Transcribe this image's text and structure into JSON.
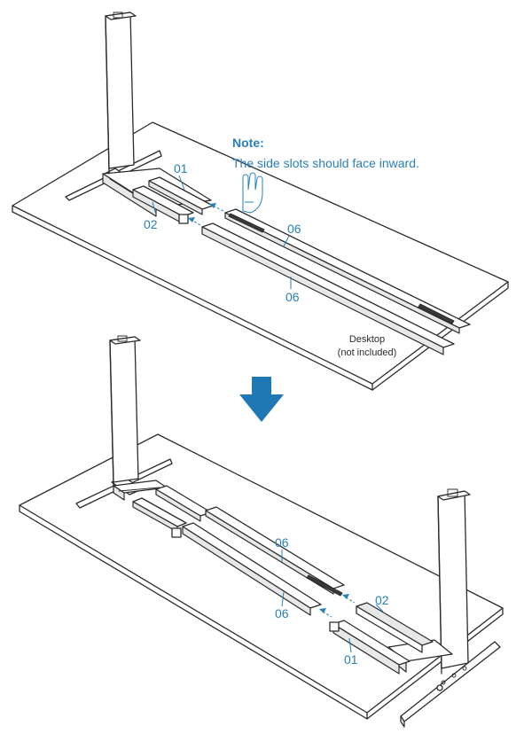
{
  "note": {
    "title": "Note:",
    "text": "The side slots should face inward."
  },
  "step1": {
    "labels": {
      "part_01": "01",
      "part_02": "02",
      "part_06_a": "06",
      "part_06_b": "06"
    },
    "desktop_label": "Desktop",
    "desktop_sub": "(not included)"
  },
  "step2": {
    "labels": {
      "part_06_a": "06",
      "part_06_b": "06",
      "part_02": "02",
      "part_01": "01"
    }
  },
  "colors": {
    "accent": "#2a7fb6",
    "line": "#2b2b2b",
    "down_arrow": "#1f78b4"
  }
}
